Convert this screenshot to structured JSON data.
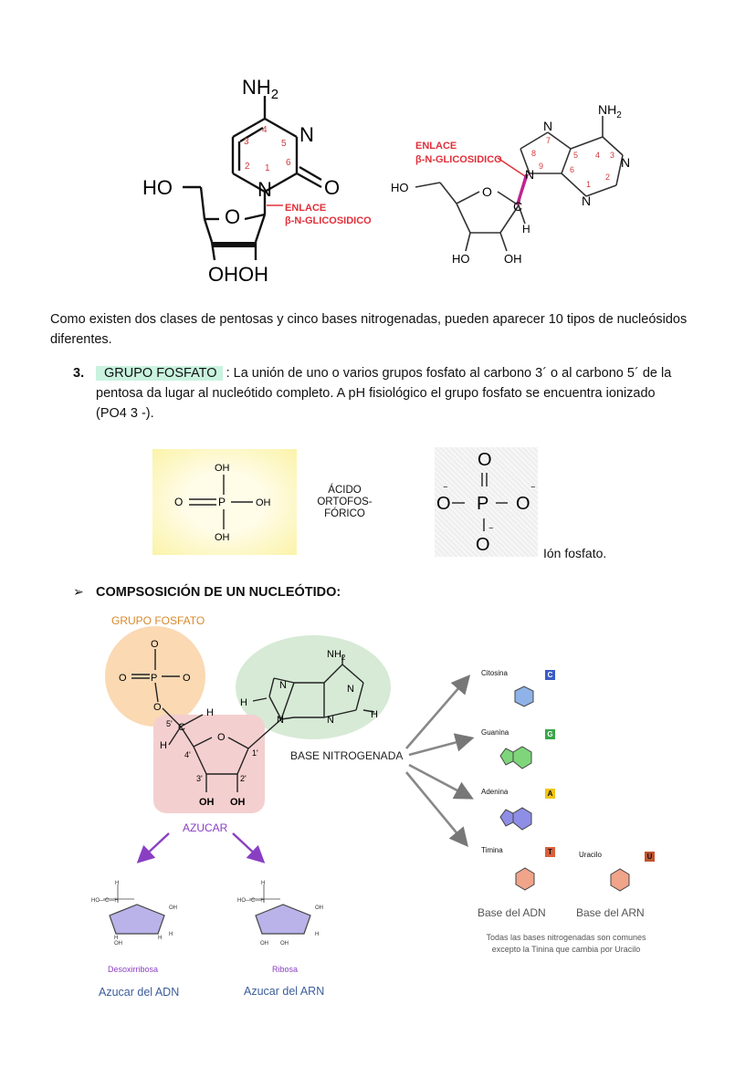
{
  "cytidine": {
    "nh2": "NH",
    "nh2_sub": "2",
    "n": "N",
    "o": "O",
    "ho": "HO",
    "ohoh": "OHOH",
    "ring_nums": [
      "3",
      "4",
      "5",
      "6",
      "2",
      "1"
    ],
    "enlace": "ENLACE",
    "glicosidico": "β-N-GLICOSIDICO"
  },
  "adenosine": {
    "enlace": "ENLACE",
    "glicosidico": "β-N-GLICOSIDICO",
    "nh2": "NH",
    "nh2_sub": "2",
    "n": "N",
    "o": "O",
    "c": "C",
    "h": "H",
    "ho_left": "HO",
    "ho_bottom": "HO",
    "oh_bottom": "OH",
    "ring_nums": [
      "8",
      "7",
      "5",
      "4",
      "3",
      "9",
      "6",
      "2",
      "1"
    ]
  },
  "intro_text": "Como existen dos clases de pentosas y cinco bases nitrogenadas, pueden aparecer 10 tipos de nucleósidos diferentes.",
  "section3": {
    "number": "3.",
    "title": "GRUPO FOSFATO",
    "text": " : La unión de uno o varios grupos fosfato al carbono 3´ o al carbono 5´ de la pentosa da lugar al nucleótido completo. A pH fisiológico el grupo fosfato se encuentra ionizado (PO4 3 -).",
    "text_a": " : La unión de uno o varios grupos fosfato al carbono 3´ o al carbono 5´ de la",
    "text_b": "pentosa da lugar al nucleótido completo. A pH fisiológico el grupo fosfato se encuentra ionizado",
    "text_c": "(PO4 3 -)."
  },
  "acid": {
    "oh": "OH",
    "o": "O",
    "p": "P",
    "line1": "ÁCIDO",
    "line2": "ORTOFOS-",
    "line3": "FÓRICO"
  },
  "ion": {
    "o": "O",
    "p": "P",
    "caption": "Ión fosfato."
  },
  "composition_title": "COMPSOSICIÓN DE UN NUCLEÓTIDO:",
  "nucleotide": {
    "grupo_fosfato": "GRUPO FOSFATO",
    "o": "O",
    "p": "P",
    "h": "H",
    "c": "C",
    "n": "N",
    "nh2": "NH",
    "nh2_sub": "2",
    "carbons": [
      "5'",
      "4'",
      "1'",
      "3'",
      "2'"
    ],
    "oh": "OH",
    "base_label": "BASE NITROGENADA",
    "azucar": "AZUCAR"
  },
  "sugars": [
    {
      "name": "Desoxirribosa",
      "caption": "Azucar del ADN"
    },
    {
      "name": "Ribosa",
      "caption": "Azucar del ARN"
    }
  ],
  "bases": [
    {
      "name": "Citosina",
      "letter": "C",
      "color": "#3b5cc4"
    },
    {
      "name": "Guanina",
      "letter": "G",
      "color": "#3aa64a"
    },
    {
      "name": "Adenina",
      "letter": "A",
      "color": "#f0c419"
    },
    {
      "name": "Timina",
      "letter": "T",
      "color": "#d9603c"
    },
    {
      "name": "Uracilo",
      "letter": "U",
      "color": "#c0532f"
    }
  ],
  "base_adn": "Base del ADN",
  "base_arn": "Base del ARN",
  "bases_note_1": "Todas las bases nitrogenadas son comunes",
  "bases_note_2": "excepto la Tinina que cambia por Uracilo",
  "colors": {
    "enlace_red": "#e0303a",
    "highlight": "#c9f3df",
    "phosphate_circle": "#fad9b3",
    "sugar_box": "#f4cfcf",
    "base_circle": "#d6ead6",
    "azucar_purple": "#8a3fc3",
    "orange_label": "#d8892c",
    "blue_label": "#3b5d9a"
  }
}
